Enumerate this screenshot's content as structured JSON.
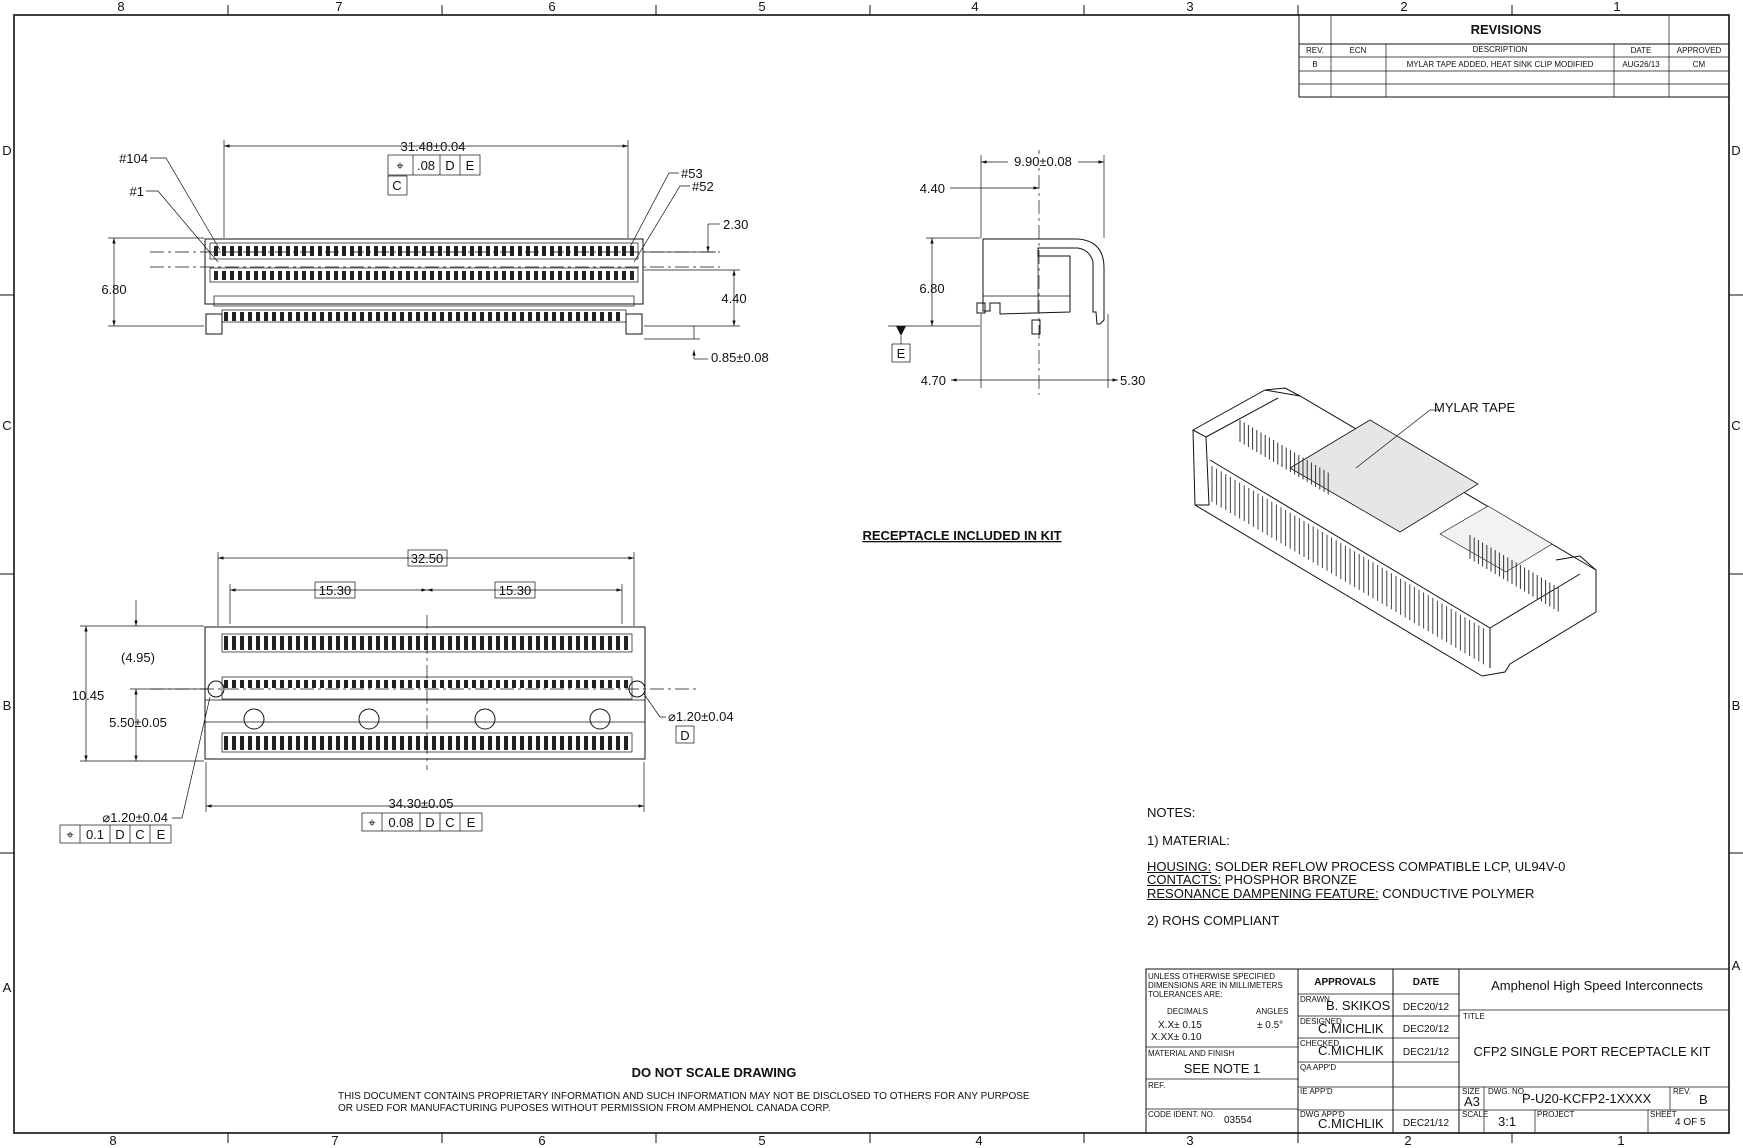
{
  "zones": {
    "top": [
      "8",
      "7",
      "6",
      "5",
      "4",
      "3",
      "2",
      "1"
    ],
    "bottom": [
      "8",
      "7",
      "6",
      "5",
      "4",
      "3",
      "2",
      "1"
    ],
    "left": [
      "D",
      "C",
      "B",
      "A"
    ],
    "right": [
      "D",
      "C",
      "B",
      "A"
    ]
  },
  "revisions": {
    "title": "REVISIONS",
    "headers": [
      "REV.",
      "ECN",
      "DESCRIPTION",
      "DATE",
      "APPROVED"
    ],
    "rows": [
      {
        "rev": "B",
        "ecn": "",
        "description": "MYLAR TAPE ADDED, HEAT SINK CLIP MODIFIED",
        "date": "AUG26/13",
        "approved": "CM"
      }
    ]
  },
  "front_view": {
    "pin_104": "#104",
    "pin_1": "#1",
    "pin_53": "#53",
    "pin_52": "#52",
    "width": "31.48±0.04",
    "fcf_symbol": "⌖",
    "fcf_tol": ".08",
    "fcf_d": "D",
    "fcf_e": "E",
    "datum_c": "C",
    "height": "6.80",
    "dim_230": "2.30",
    "dim_440": "4.40",
    "dim_085": "0.85±0.08"
  },
  "side_view": {
    "width": "9.90±0.08",
    "dim_440": "4.40",
    "height": "6.80",
    "datum_e": "E",
    "dim_470": "4.70",
    "dim_530": "5.30"
  },
  "iso_view": {
    "mylar": "MYLAR TAPE"
  },
  "center_label": "RECEPTACLE INCLUDED IN KIT",
  "bottom_view": {
    "width_3250": "32.50",
    "half_left": "15.30",
    "half_right": "15.30",
    "dim_495": "(4.95)",
    "dim_1045": "10.45",
    "dim_550": "5.50±0.05",
    "hole_right": "⌀1.20±0.04",
    "datum_d": "D",
    "hole_left": "⌀1.20±0.04",
    "fcf_left": [
      "⌖",
      "0.1",
      "D",
      "C",
      "E"
    ],
    "width_3430": "34.30±0.05",
    "fcf_bottom": [
      "⌖",
      "0.08",
      "D",
      "C",
      "E"
    ]
  },
  "notes": {
    "heading": "NOTES:",
    "n1": "1)  MATERIAL:",
    "housing_label": "HOUSING:",
    "housing_value": "  SOLDER REFLOW PROCESS COMPATIBLE LCP, UL94V-0",
    "contacts_label": "CONTACTS:",
    "contacts_value": "   PHOSPHOR BRONZE",
    "resonance_label": "RESONANCE DAMPENING FEATURE:",
    "resonance_value": " CONDUCTIVE POLYMER",
    "n2": "2)  ROHS COMPLIANT"
  },
  "footer": {
    "do_not_scale": "DO  NOT  SCALE  DRAWING",
    "proprietary_1": "THIS DOCUMENT CONTAINS PROPRIETARY INFORMATION AND SUCH INFORMATION MAY NOT BE DISCLOSED TO OTHERS FOR ANY PURPOSE",
    "proprietary_2": "OR USED FOR MANUFACTURING PUPOSES WITHOUT PERMISSION FROM AMPHENOL CANADA CORP."
  },
  "title_block": {
    "unless_1": "UNLESS  OTHERWISE  SPECIFIED",
    "unless_2": "DIMENSIONS  ARE  IN MILLIMETERS",
    "unless_3": "TOLERANCES  ARE:",
    "decimals": "DECIMALS",
    "angles": "ANGLES",
    "tol_1": "X.X± 0.15",
    "tol_2": "X.XX± 0.10",
    "tol_angle": "± 0.5°",
    "material_label": "MATERIAL AND FINISH",
    "material_value": "SEE NOTE 1",
    "ref_label": "REF.",
    "code_label": "CODE IDENT. NO.",
    "code_value": "03554",
    "approvals": "APPROVALS",
    "date_head": "DATE",
    "drawn_label": "DRAWN",
    "drawn_name": "B. SKIKOS",
    "drawn_date": "DEC20/12",
    "designed_label": "DESIGNED",
    "designed_name": "C.MICHLIK",
    "designed_date": "DEC20/12",
    "checked_label": "CHECKED",
    "checked_name": "C.MICHLIK",
    "checked_date": "DEC21/12",
    "qa_label": "QA APP'D",
    "ie_label": "IE APP'D",
    "dwg_appd_label": "DWG APP'D",
    "dwg_appd_name": "C.MICHLIK",
    "dwg_appd_date": "DEC21/12",
    "company": "Amphenol High Speed Interconnects",
    "title_label": "TITLE",
    "title_value": "CFP2 SINGLE PORT RECEPTACLE KIT",
    "size_label": "SIZE",
    "size_value": "A3",
    "dwg_no_label": "DWG. NO.",
    "dwg_no_value": "P-U20-KCFP2-1XXXX",
    "rev_label": "REV.",
    "rev_value": "B",
    "scale_label": "SCALE",
    "scale_value": "3:1",
    "project_label": "PROJECT",
    "sheet_label": "SHEET",
    "sheet_value": "4 OF 5"
  }
}
